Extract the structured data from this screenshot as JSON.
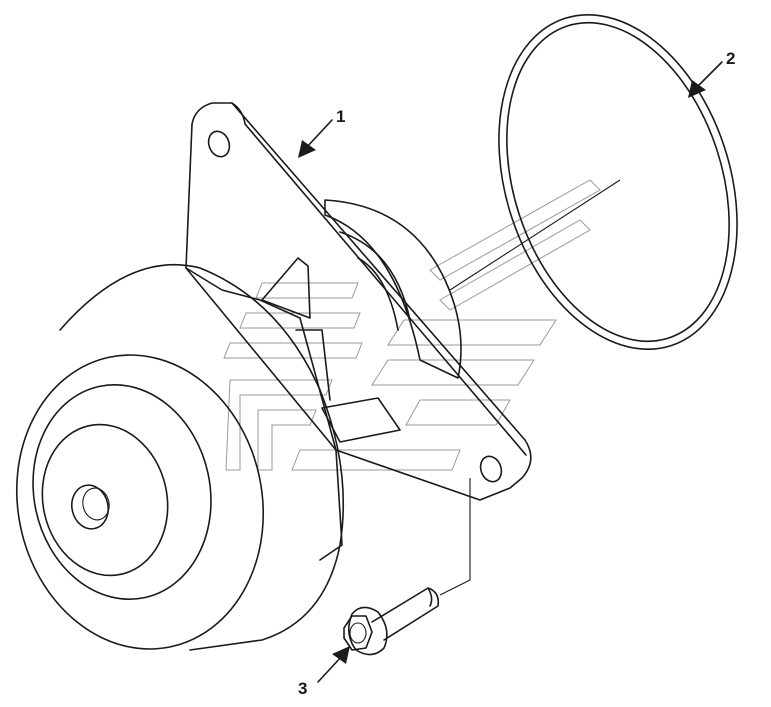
{
  "callouts": [
    {
      "id": "callout-1",
      "label": "1",
      "part": "water-pump"
    },
    {
      "id": "callout-2",
      "label": "2",
      "part": "o-ring-seal"
    },
    {
      "id": "callout-3",
      "label": "3",
      "part": "flange-bolt"
    }
  ],
  "colors": {
    "line": "#1a1a1a",
    "watermark": "#9a9a9a",
    "background": "#ffffff"
  }
}
